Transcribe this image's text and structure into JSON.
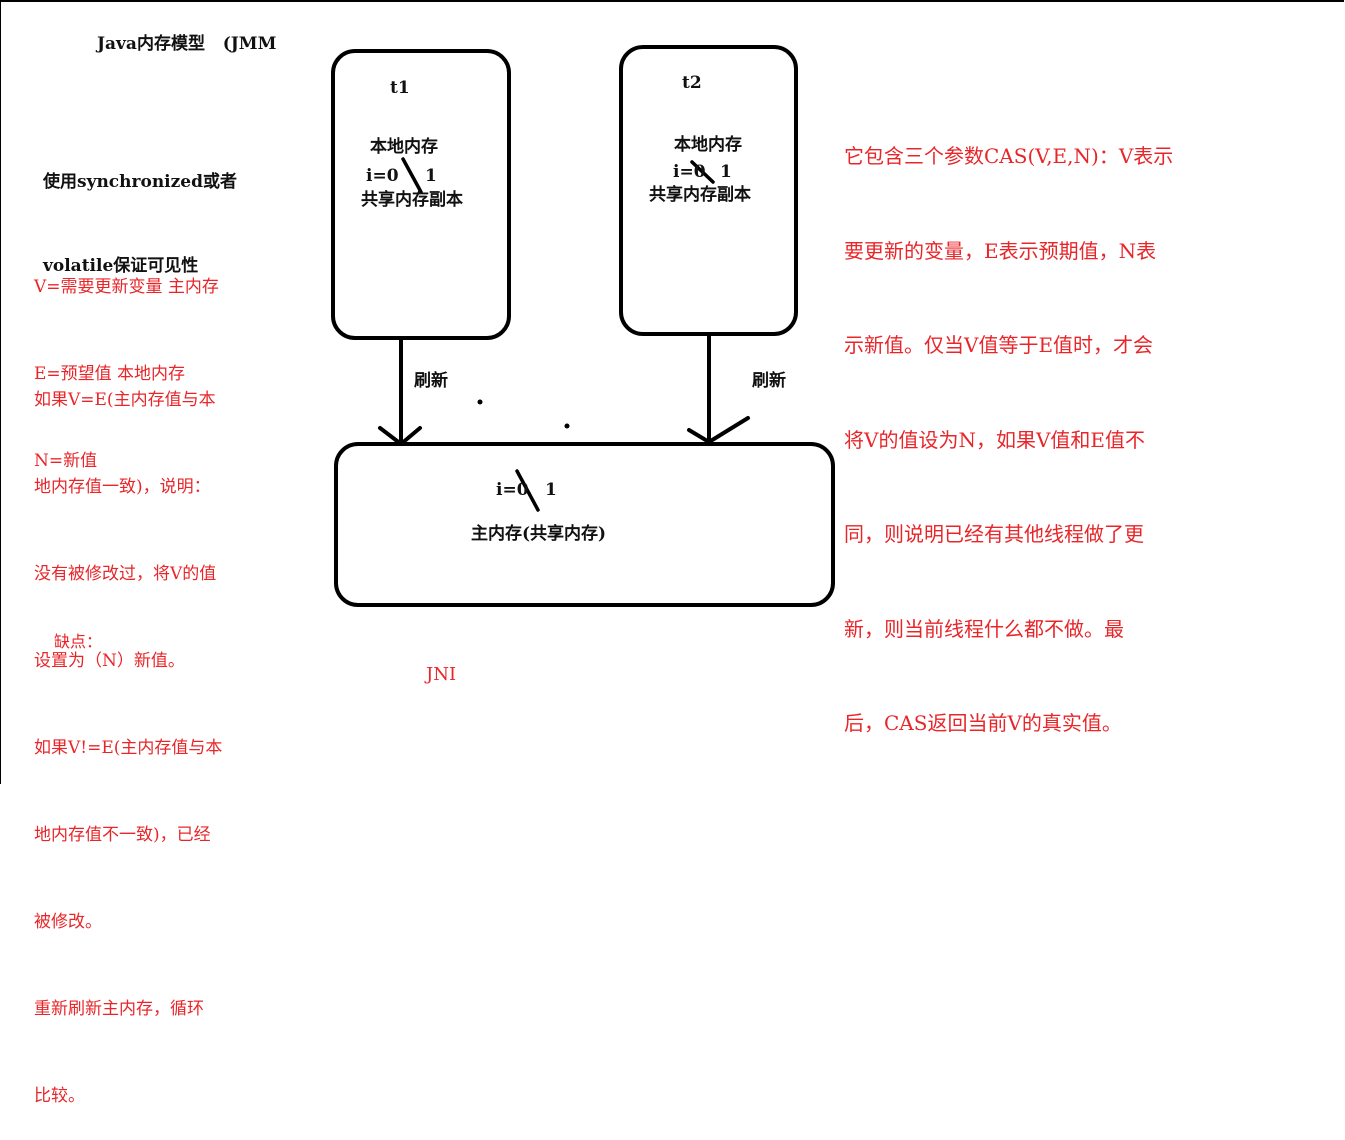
{
  "title": "Java内存模型   (JMM",
  "sync_note": [
    "使用synchronized或者",
    "volatile保证可见性"
  ],
  "cas_vars": [
    "V=需要更新变量 主内存",
    "E=预望值 本地内存",
    "N=新值"
  ],
  "cas_rule": [
    "如果V=E(主内存值与本",
    "地内存值一致)，说明：",
    "没有被修改过，将V的值",
    "设置为（N）新值。",
    "如果V!=E(主内存值与本",
    "地内存值不一致)，已经",
    "被修改。",
    "重新刷新主内存，循环",
    "比较。"
  ],
  "drawback": "缺点：",
  "jni": "JNI",
  "thread1": {
    "name": "t1",
    "local_mem": "本地内存",
    "value": "i=0",
    "new_value": "1",
    "copy": "共享内存副本"
  },
  "thread2": {
    "name": "t2",
    "local_mem": "本地内存",
    "value": "i=0",
    "new_value": "1",
    "copy": "共享内存副本"
  },
  "refresh_label_1": "刷新",
  "refresh_label_2": "刷新",
  "main_mem": {
    "value": "i=0",
    "new_value": "1",
    "label": "主内存(共享内存)"
  },
  "cas_description": [
    "它包含三个参数CAS(V,E,N)：V表示",
    "要更新的变量，E表示预期值，N表",
    "示新值。仅当V值等于E值时，才会",
    "将V的值设为N，如果V值和E值不",
    "同，则说明已经有其他线程做了更",
    "新，则当前线程什么都不做。最",
    "后，CAS返回当前V的真实值。"
  ],
  "colors": {
    "ink": "#000000",
    "red": "#e8262a"
  }
}
